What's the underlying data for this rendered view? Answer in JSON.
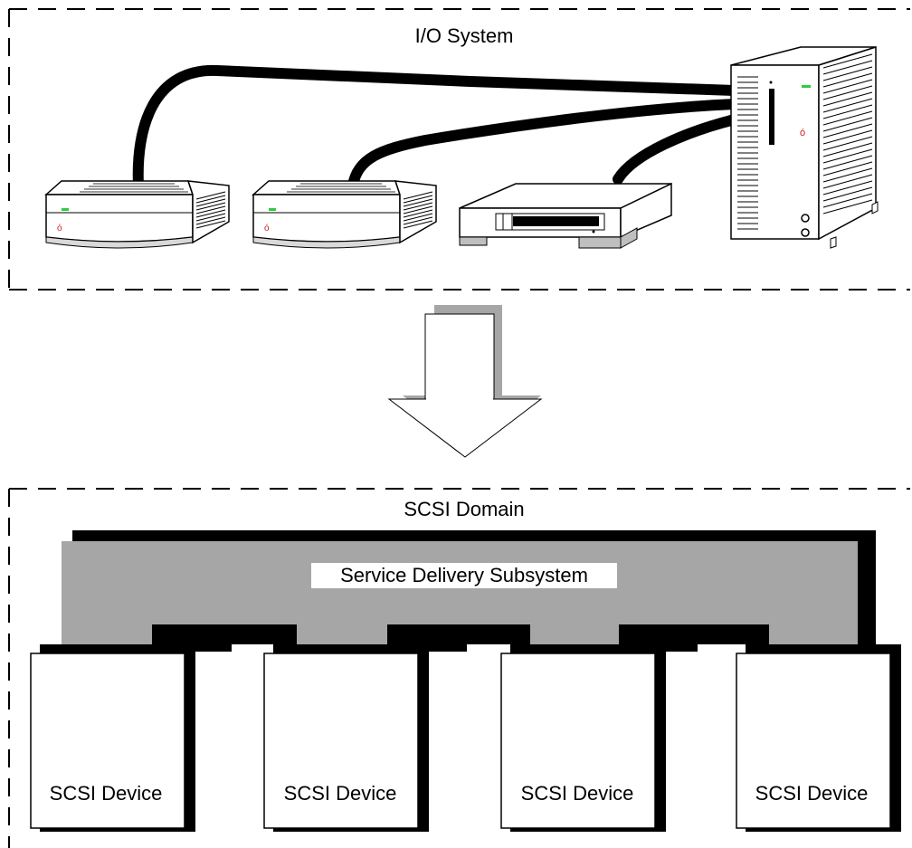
{
  "io_system": {
    "title": "I/O System",
    "devices": [
      {
        "name": "disk-drive-1"
      },
      {
        "name": "disk-drive-2"
      },
      {
        "name": "tape-drive"
      },
      {
        "name": "tower-computer"
      }
    ]
  },
  "scsi_domain": {
    "title": "SCSI Domain",
    "subsystem_label": "Service Delivery Subsystem",
    "devices": [
      {
        "label": "SCSI Device"
      },
      {
        "label": "SCSI Device"
      },
      {
        "label": "SCSI Device"
      },
      {
        "label": "SCSI Device"
      }
    ]
  },
  "colors": {
    "gray": "#a6a6a6",
    "black": "#000000",
    "white": "#ffffff",
    "led_green": "#2ecc40",
    "logo_red": "#cc2222"
  }
}
